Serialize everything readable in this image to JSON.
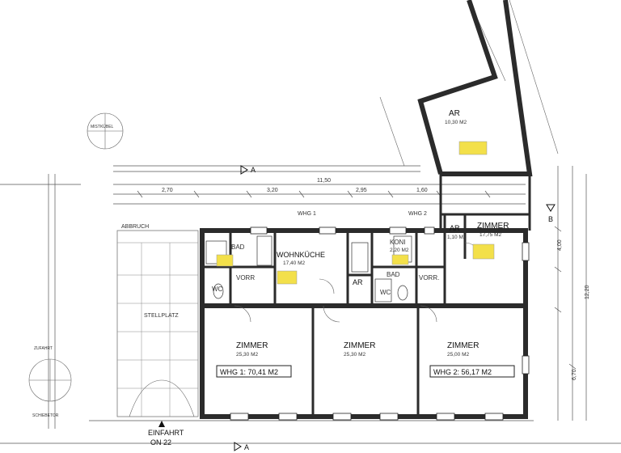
{
  "rooms": {
    "zimmer1": {
      "name": "ZIMMER",
      "area": "25,30 M2"
    },
    "zimmer2": {
      "name": "ZIMMER",
      "area": "25,30 M2"
    },
    "zimmer3": {
      "name": "ZIMMER",
      "area": "25,00 M2"
    },
    "zimmer4": {
      "name": "ZIMMER",
      "area": "17,75 M2"
    },
    "wohnkueche": {
      "name": "WOHNKÜCHE",
      "area": "17,40 M2"
    },
    "ar_top": {
      "name": "AR",
      "area": "10,30 M2"
    },
    "ar_small": {
      "name": "AR",
      "area": "1,10 M2"
    },
    "ar_mid": {
      "name": "AR"
    },
    "bad": {
      "name": "BAD"
    },
    "wc": {
      "name": "WC"
    },
    "vorr1": {
      "name": "VORR"
    },
    "vorr2": {
      "name": "VORR."
    },
    "koni": {
      "name": "KONI",
      "area": "2,20 M2"
    },
    "bad2": {
      "name": "BAD"
    },
    "wc2": {
      "name": "WC"
    }
  },
  "labels": {
    "whg1_total": "WHG 1:  70,41 M2",
    "whg2_total": "WHG 2:  56,17 M2",
    "whg1_tag": "WHG 1",
    "whg2_tag": "WHG 2",
    "einfahrt": "EINFAHRT",
    "on22": "ON 22",
    "stellplatz": "STELLPLATZ",
    "abbruch": "ABBRUCH",
    "section_a": "A",
    "section_b": "B",
    "mistkuebel": "MISTKÜBEL",
    "schiebetor": "SCHIEBETOR",
    "zufahrt": "ZUFAHRT"
  },
  "dimensions": {
    "top_total": "11,50",
    "d1": "2,70",
    "d2": "3,20",
    "d3": "2,95",
    "d4": "1,60",
    "right_total": "12,20",
    "d5": "6,70",
    "d6": "4,00"
  },
  "colors": {
    "wall": "#2b2b2b",
    "highlight": "#f3e04a"
  }
}
